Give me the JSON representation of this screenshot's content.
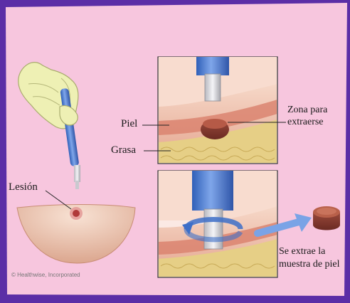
{
  "labels": {
    "lesion": "Lesión",
    "skin": "Piel",
    "fat": "Grasa",
    "zone_line1": "Zona para",
    "zone_line2": "extraerse",
    "removed_line1": "Se extrae la",
    "removed_line2": "muestra de piel"
  },
  "copyright": "© Healthwise, Incorporated",
  "colors": {
    "frame": "#5b2ea6",
    "card": "#f7c6de",
    "glove": "#eef0b4",
    "instrument": "#4f7fd6",
    "skin": "#e9a891",
    "fat": "#e6cf86",
    "lesion": "#b03a3a"
  }
}
